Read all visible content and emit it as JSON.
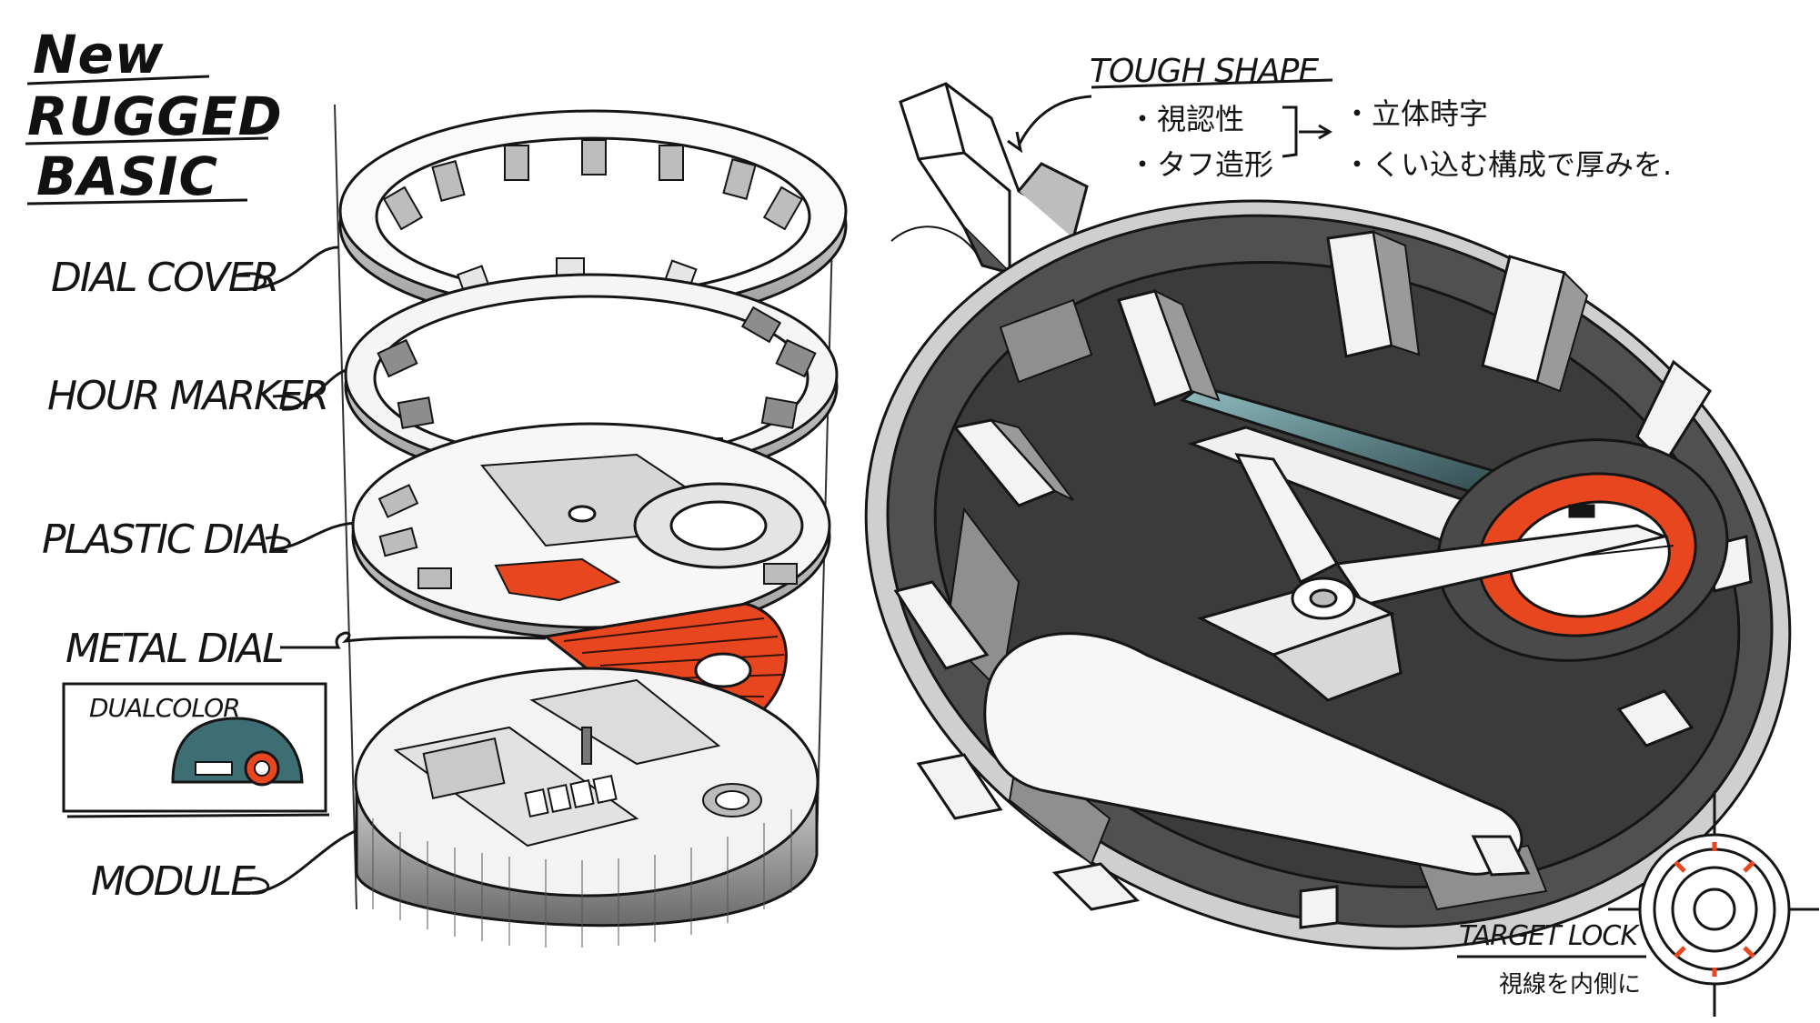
{
  "title": {
    "line1": "New",
    "line2": "RUGGED",
    "line3": "BASIC"
  },
  "parts": {
    "dial_cover": "DIAL COVER",
    "hour_marker": "HOUR MARKER",
    "plastic_dial": "PLASTIC DIAL",
    "metal_dial": "METAL DIAL",
    "module": "MODULE"
  },
  "dualcolor": {
    "label": "DUALCOLOR"
  },
  "tough_shape": {
    "heading": "TOUGH SHAPE",
    "bullet1": "・視認性",
    "bullet2": "・タフ造形",
    "result1": "・立体時字",
    "result2": "・くい込む構成で厚みを."
  },
  "target_lock": {
    "heading": "TARGET LOCK",
    "note": "視線を内側に"
  },
  "colors": {
    "accent": "#e8461f",
    "teal": "#3c6e74",
    "ink": "#151515",
    "dark_gray": "#3a3a3a",
    "mid_gray": "#8a8a8a",
    "light_gray": "#d9d9d9",
    "lcd": "#6f9ea4"
  }
}
